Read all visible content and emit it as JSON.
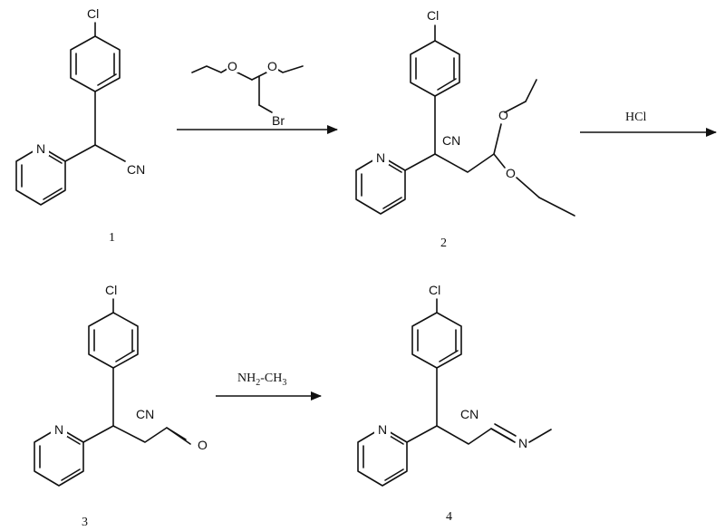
{
  "atom_labels": {
    "cl": "Cl",
    "cn": "CN",
    "n": "N",
    "o": "O",
    "br": "Br"
  },
  "compounds": [
    {
      "number": "1"
    },
    {
      "number": "2"
    },
    {
      "number": "3"
    },
    {
      "number": "4"
    }
  ],
  "reagents": {
    "hcl": "HCl",
    "methylamine": {
      "prefix": "NH",
      "sub1": "2",
      "mid": "-CH",
      "sub2": "3"
    }
  },
  "colors": {
    "ink": "#111111",
    "background": "#ffffff"
  }
}
